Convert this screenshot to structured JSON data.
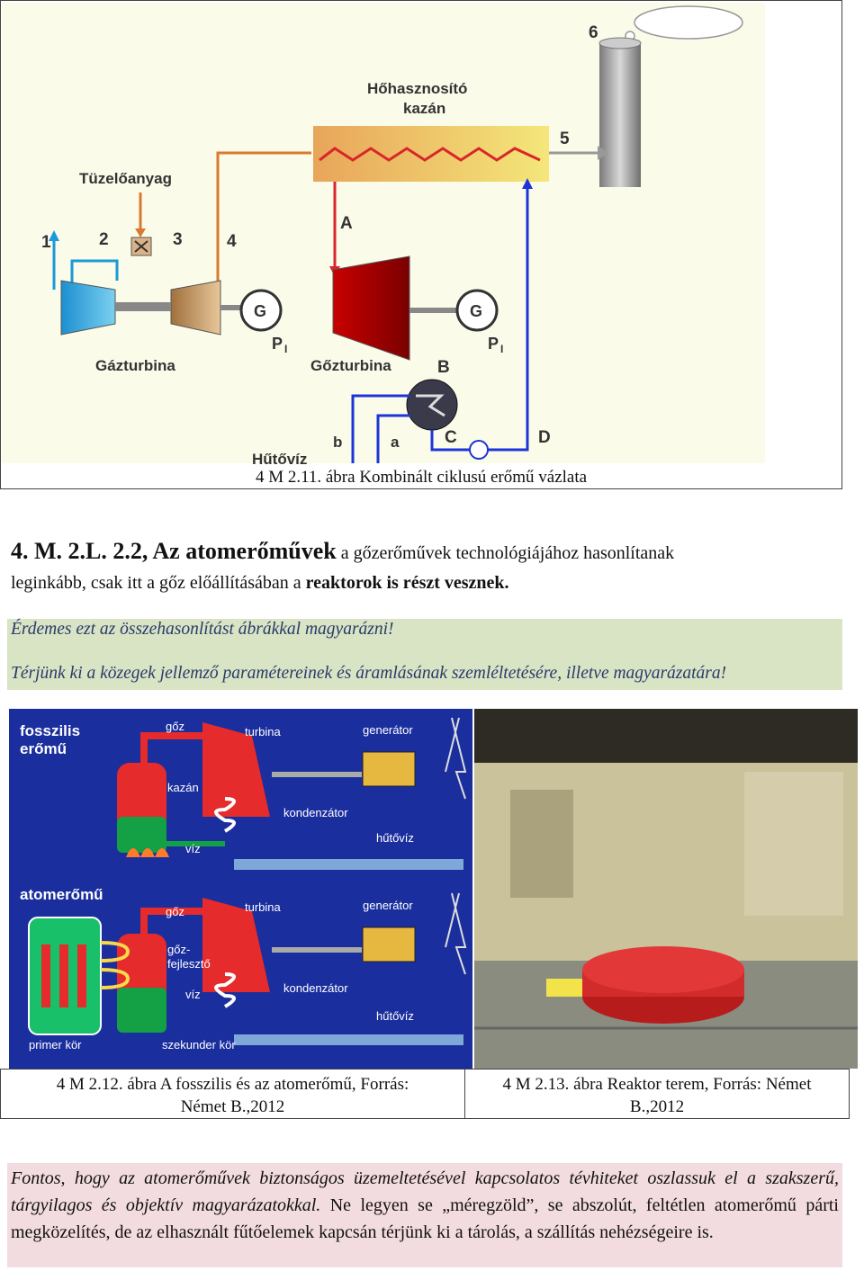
{
  "fig1": {
    "labels": {
      "heat_recovery_line1": "Hőhasznosító",
      "heat_recovery_line2": "kazán",
      "fuel": "Tüzelőanyag",
      "gas_turbine": "Gázturbina",
      "steam_turbine": "Gőzturbina",
      "cooling_water": "Hűtővíz",
      "generator": "G",
      "power_1": "P",
      "power_sub": "I",
      "n1": "1",
      "n2": "2",
      "n3": "3",
      "n4": "4",
      "n5": "5",
      "n6": "6",
      "A": "A",
      "B": "B",
      "C": "C",
      "D": "D",
      "a": "a",
      "b": "b"
    },
    "caption": "4 M 2.11. ábra Kombinált ciklusú erőmű vázlata"
  },
  "heading": {
    "number": "4. M. 2.L. 2.2,",
    "bold_subject": "Az atomerőművek",
    "rest1": " a gőzerőművek technológiájához hasonlítanak",
    "line2_normal": "leginkább, csak itt a gőz előállításában a ",
    "line2_bold": "reaktorok is részt vesznek."
  },
  "green_box": {
    "line1": "Érdemes ezt az összehasonlítást ábrákkal magyarázni!",
    "line2": "Térjünk ki a közegek jellemző paramétereinek és áramlásának szemléltetésére, illetve magyarázatára!"
  },
  "fig2": {
    "fossil_title_1": "fosszilis",
    "fossil_title_2": "erőmű",
    "nuclear_title": "atomerőmű",
    "steam": "gőz",
    "turbine": "turbina",
    "generator": "generátor",
    "boiler": "kazán",
    "condenser": "kondenzátor",
    "cooling_water": "hűtővíz",
    "water": "víz",
    "steam_gen_1": "gőz-",
    "steam_gen_2": "fejlesztő",
    "primary": "primer kör",
    "secondary": "szekunder kör"
  },
  "captions": {
    "fig2_line1": "4 M 2.12. ábra A fosszilis és az atomerőmű, Forrás:",
    "fig2_line2": "Német B.,2012",
    "fig3_line1": "4 M 2.13. ábra Reaktor terem, Forrás: Német",
    "fig3_line2": "B.,2012"
  },
  "pink_box": {
    "italic_part": "Fontos, hogy az atomerőművek biztonságos üzemeltetésével kapcsolatos tévhiteket oszlassuk el a szakszerű, tárgyilagos és objektív magyarázatokkal.",
    "normal_part": " Ne legyen se „méregzöld”, se abszolút, feltétlen atomerőmű párti megközelítés, de az elhasznált fűtőelemek kapcsán térjünk ki a tárolás, a szállítás nehézségeire is."
  },
  "colors": {
    "steam_red": "#d9262a",
    "water_blue": "#1d35d8",
    "gas_orange": "#d97a2e",
    "green_box": "#d8e4c4",
    "pink_box": "#f3dcdf",
    "fig2_blue": "#1a2e9e"
  }
}
